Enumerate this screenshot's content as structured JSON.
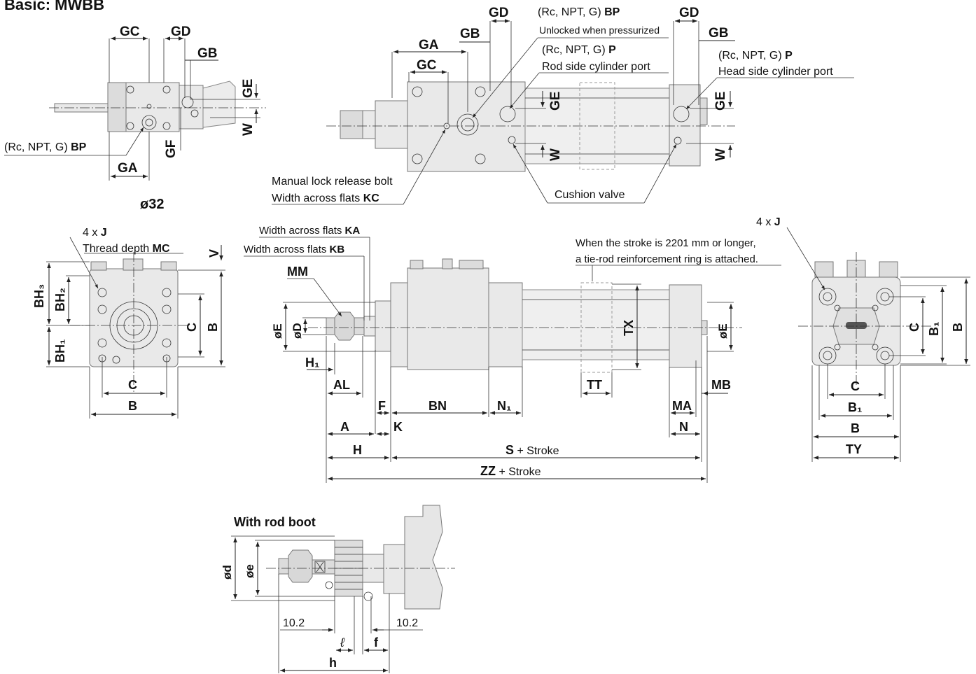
{
  "title": "Basic: MWBB",
  "bore_label": "ø32",
  "views": {
    "side_small": {
      "dims": {
        "GC": "GC",
        "GD": "GD",
        "GB": "GB",
        "GE": "GE",
        "W": "W",
        "GF": "GF",
        "GA": "GA"
      },
      "port_note": {
        "prefix": "(Rc, NPT, G) ",
        "code": "BP"
      }
    },
    "top_large": {
      "dims": {
        "GA": "GA",
        "GB": "GB",
        "GC": "GC",
        "GD": "GD",
        "GE": "GE",
        "W": "W",
        "GD2": "GD",
        "GB2": "GB",
        "GE2": "GE",
        "W2": "W"
      },
      "bp_note": {
        "prefix": "(Rc, NPT, G) ",
        "code": "BP",
        "line2": "Unlocked when pressurized"
      },
      "p_rod_note": {
        "prefix": "(Rc, NPT, G) ",
        "code": "P",
        "line2": "Rod side cylinder port"
      },
      "p_head_note": {
        "prefix": "(Rc, NPT, G) ",
        "code": "P",
        "line2": "Head side cylinder port"
      },
      "release_note": {
        "line1": "Manual lock release bolt",
        "line2_prefix": "Width across flats ",
        "code": "KC"
      },
      "cushion_note": "Cushion valve"
    },
    "front_left": {
      "holes": {
        "prefix": "4 x ",
        "code": "J"
      },
      "thread": {
        "prefix": "Thread depth ",
        "code": "MC"
      },
      "dims": {
        "V": "V",
        "BH3": "BH₃",
        "BH2": "BH₂",
        "BH1": "BH₁",
        "C": "C",
        "B": "B",
        "C2": "C",
        "B2": "B"
      }
    },
    "main": {
      "ka_note": {
        "prefix": "Width across flats ",
        "code": "KA"
      },
      "kb_note": {
        "prefix": "Width across flats ",
        "code": "KB"
      },
      "stroke_note": {
        "line1": "When the stroke is 2201 mm or longer,",
        "line2": "a tie-rod reinforcement ring is attached."
      },
      "dims": {
        "MM": "MM",
        "E": "øE",
        "D": "øD",
        "H1": "H₁",
        "AL": "AL",
        "F": "F",
        "BN": "BN",
        "N1": "N₁",
        "TT": "TT",
        "MA": "MA",
        "MB": "MB",
        "TX": "TX",
        "E2": "øE",
        "A": "A",
        "K": "K",
        "N": "N",
        "H": "H"
      },
      "s_dim": {
        "code": "S",
        "suffix": " + Stroke"
      },
      "zz_dim": {
        "code": "ZZ",
        "suffix": " + Stroke"
      }
    },
    "end_right": {
      "holes": {
        "prefix": "4 x ",
        "code": "J"
      },
      "dims": {
        "C": "C",
        "B1": "B₁",
        "B": "B",
        "C2": "C",
        "B12": "B₁",
        "B2": "B",
        "TY": "TY"
      }
    },
    "rod_boot": {
      "title": "With rod boot",
      "dims": {
        "d": "ød",
        "e": "øe",
        "l1": "10.2",
        "l2": "10.2",
        "l": "ℓ",
        "f": "f",
        "h": "h"
      }
    }
  }
}
